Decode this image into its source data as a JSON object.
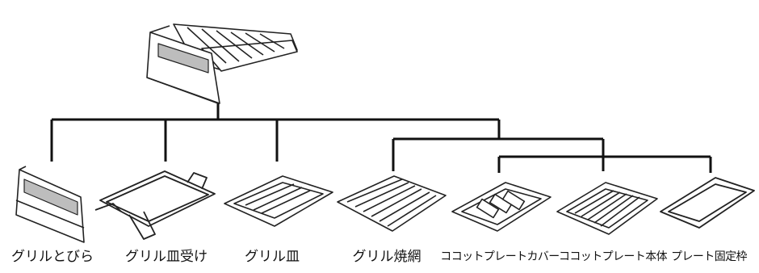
{
  "labels": {
    "grill_door": "グリルとびら",
    "grill_pan_holder": "グリル皿受け",
    "grill_pan": "グリル皿",
    "grill_rack": "グリル焼網",
    "cocotte_plate_cover": "ココットプレートカバー",
    "cocotte_plate_body": "ココットプレート本体",
    "plate_fixing_frame": "プレート固定枠"
  },
  "colors": {
    "line": "#111111",
    "stroke": "#222222",
    "glass": "#bdbdbd",
    "fill": "#ffffff"
  }
}
